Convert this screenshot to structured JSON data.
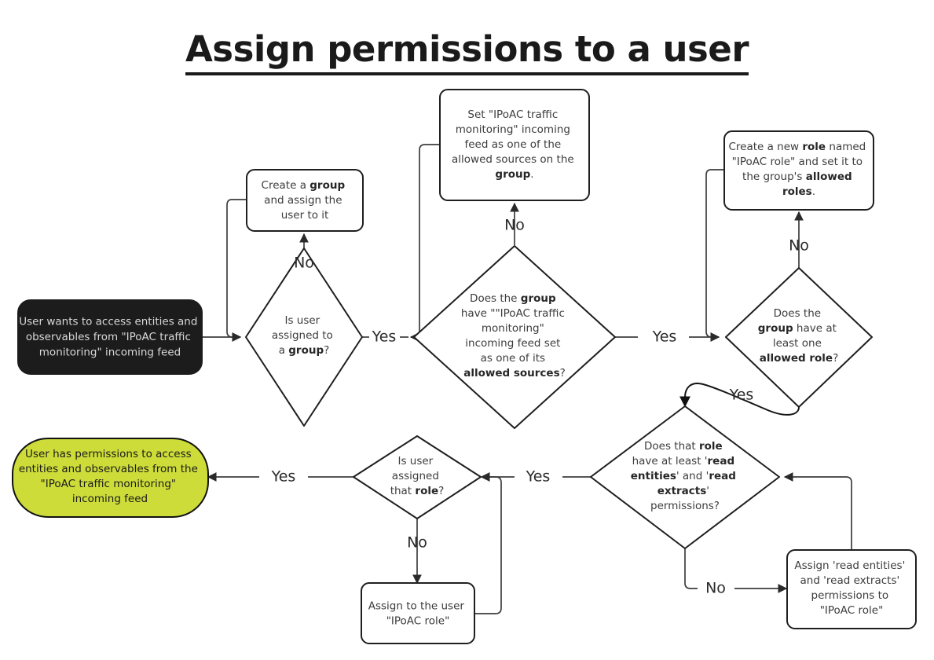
{
  "title": "Assign permissions to a user",
  "colors": {
    "start_fill": "#1c1c1c",
    "start_text": "#d8d8d8",
    "terminal_fill": "#cddc39",
    "node_fill": "#ffffff",
    "node_stroke": "#1f1f1f",
    "node_text": "#3c3c3c",
    "edge": "#3d3d3d",
    "background": "#ffffff"
  },
  "nodes": {
    "start": {
      "shape": "rounded-rect",
      "lines": [
        "User wants to access entities and",
        "observables from \"IPoAC traffic",
        "monitoring\" incoming feed"
      ]
    },
    "create_group": {
      "shape": "rounded-rect",
      "lines": [
        "Create a |group|",
        "and assign the",
        "user to it"
      ]
    },
    "set_source": {
      "shape": "rounded-rect",
      "lines": [
        "Set \"IPoAC traffic",
        "monitoring\" incoming",
        "feed as one of the",
        "allowed sources on the",
        "|group|."
      ]
    },
    "create_role": {
      "shape": "rounded-rect",
      "lines": [
        "Create a new |role| named",
        "\"IPoAC role\" and set it to",
        "the group's |allowed|",
        "|roles|."
      ]
    },
    "q_group": {
      "shape": "diamond",
      "lines": [
        "Is user",
        "assigned to",
        "a |group|?"
      ]
    },
    "q_allowed_sources": {
      "shape": "diamond",
      "lines": [
        "Does the |group|",
        "have \"\"IPoAC traffic",
        "monitoring\"",
        "incoming feed set",
        "as one of its",
        "|allowed sources|?"
      ]
    },
    "q_allowed_role": {
      "shape": "diamond",
      "lines": [
        "Does the",
        "|group| have at",
        "least one",
        "|allowed role|?"
      ]
    },
    "q_role_perms": {
      "shape": "diamond",
      "lines": [
        "Does that |role|",
        "have at least '|read|",
        "|entities|' and '|read|",
        "|extracts|'",
        "permissions?"
      ]
    },
    "q_user_role": {
      "shape": "diamond",
      "lines": [
        "Is user",
        "assigned",
        "that |role|?"
      ]
    },
    "assign_role": {
      "shape": "rounded-rect",
      "lines": [
        "Assign to the user",
        "\"IPoAC role\""
      ]
    },
    "assign_perms": {
      "shape": "rounded-rect",
      "lines": [
        "Assign 'read entities'",
        "and 'read extracts'",
        "permissions to",
        "\"IPoAC role\""
      ]
    },
    "terminal": {
      "shape": "stadium",
      "lines": [
        "User has permissions to access",
        "entities and observables from the",
        "\"IPoAC traffic monitoring\"",
        "incoming feed"
      ]
    }
  },
  "edge_labels": {
    "group_no": "No",
    "group_yes": "Yes",
    "sources_no": "No",
    "sources_yes": "Yes",
    "role_no": "No",
    "role_yes": "Yes",
    "perms_yes": "Yes",
    "perms_no": "No",
    "user_role_no": "No",
    "user_role_yes": "Yes"
  }
}
